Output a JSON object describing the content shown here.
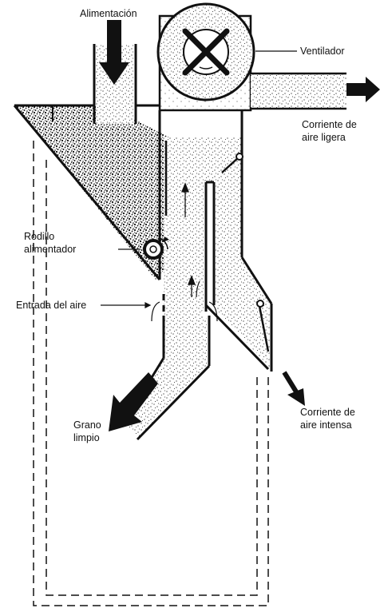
{
  "labels": {
    "feed": "Alimentación",
    "fan": "Ventilador",
    "light_stream_1": "Corriente de",
    "light_stream_2": "aire ligera",
    "roller_1": "Rodillo",
    "roller_2": "alimentador",
    "air_inlet": "Entrada del aire",
    "clean_grain_1": "Grano",
    "clean_grain_2": "limpio",
    "strong_stream_1": "Corriente de",
    "strong_stream_2": "aire intensa"
  },
  "colors": {
    "ink": "#111111",
    "paper": "#ffffff"
  }
}
